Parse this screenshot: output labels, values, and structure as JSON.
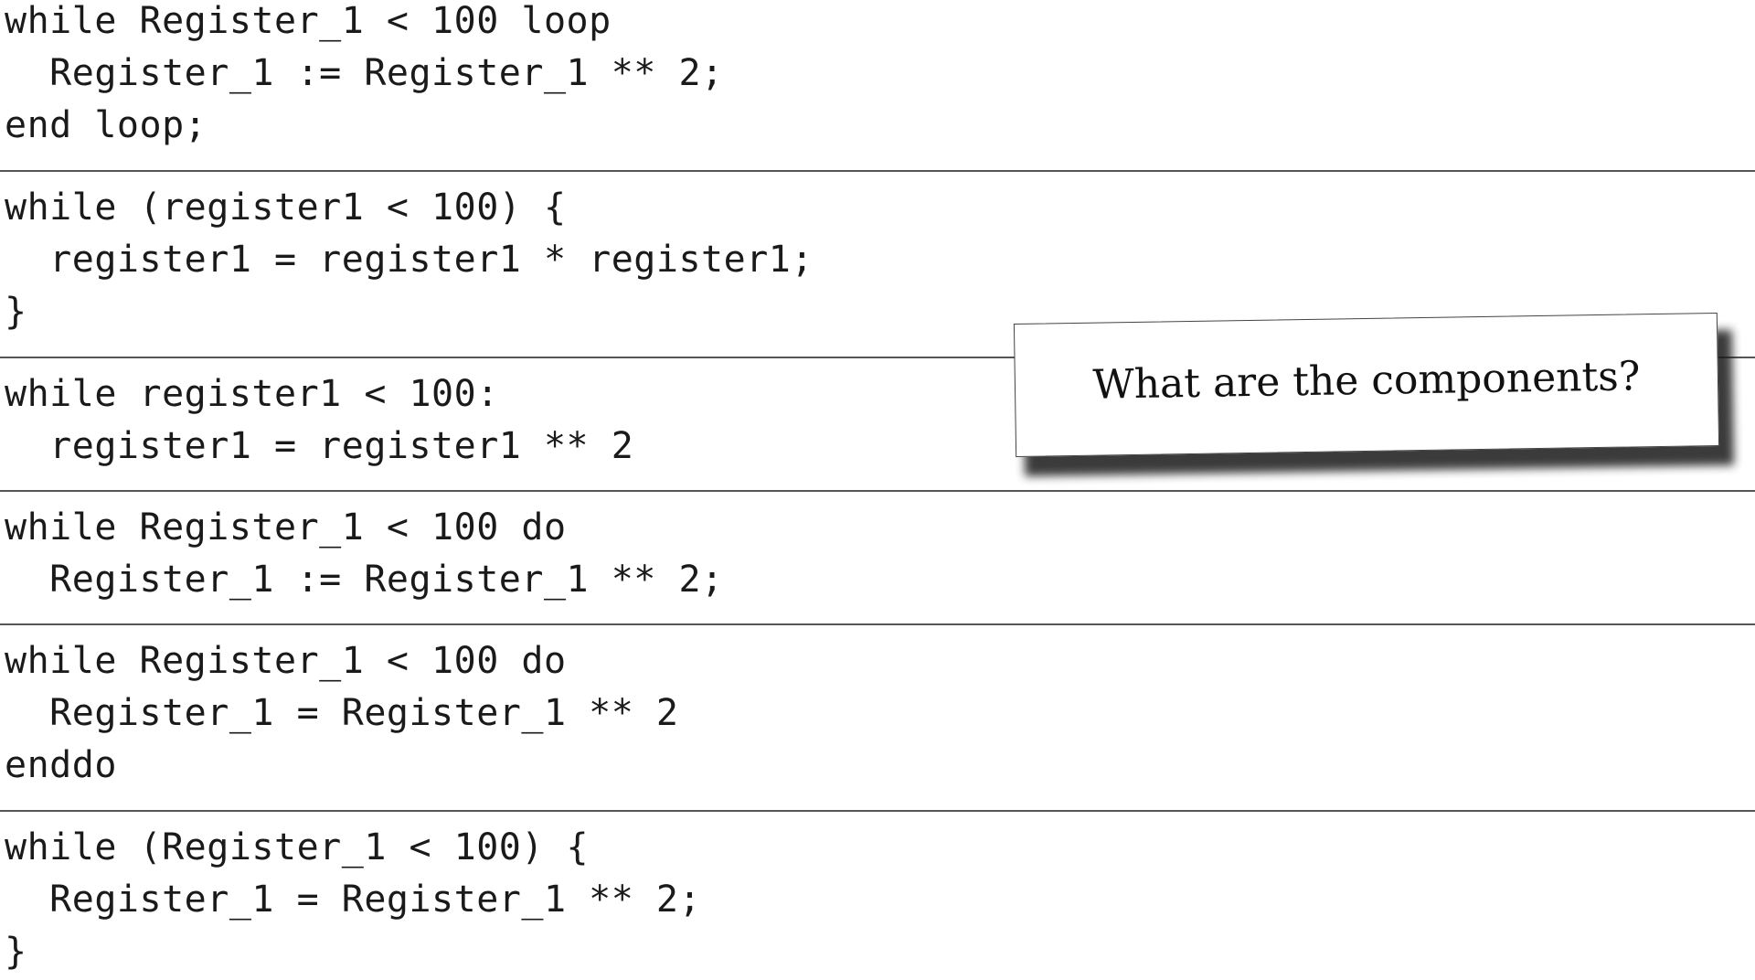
{
  "code_blocks": [
    {
      "lines": [
        "while Register_1 < 100 loop",
        "  Register_1 := Register_1 ** 2;",
        "end loop;"
      ]
    },
    {
      "lines": [
        "while (register1 < 100) {",
        "  register1 = register1 * register1;",
        "}"
      ]
    },
    {
      "lines": [
        "while register1 < 100:",
        "  register1 = register1 ** 2"
      ]
    },
    {
      "lines": [
        "while Register_1 < 100 do",
        "  Register_1 := Register_1 ** 2;"
      ]
    },
    {
      "lines": [
        "while Register_1 < 100 do",
        "  Register_1 = Register_1 ** 2",
        "enddo"
      ]
    },
    {
      "lines": [
        "while (Register_1 < 100) {",
        "  Register_1 = Register_1 ** 2;",
        "}"
      ]
    }
  ],
  "callout": {
    "text": "What are the components?"
  }
}
